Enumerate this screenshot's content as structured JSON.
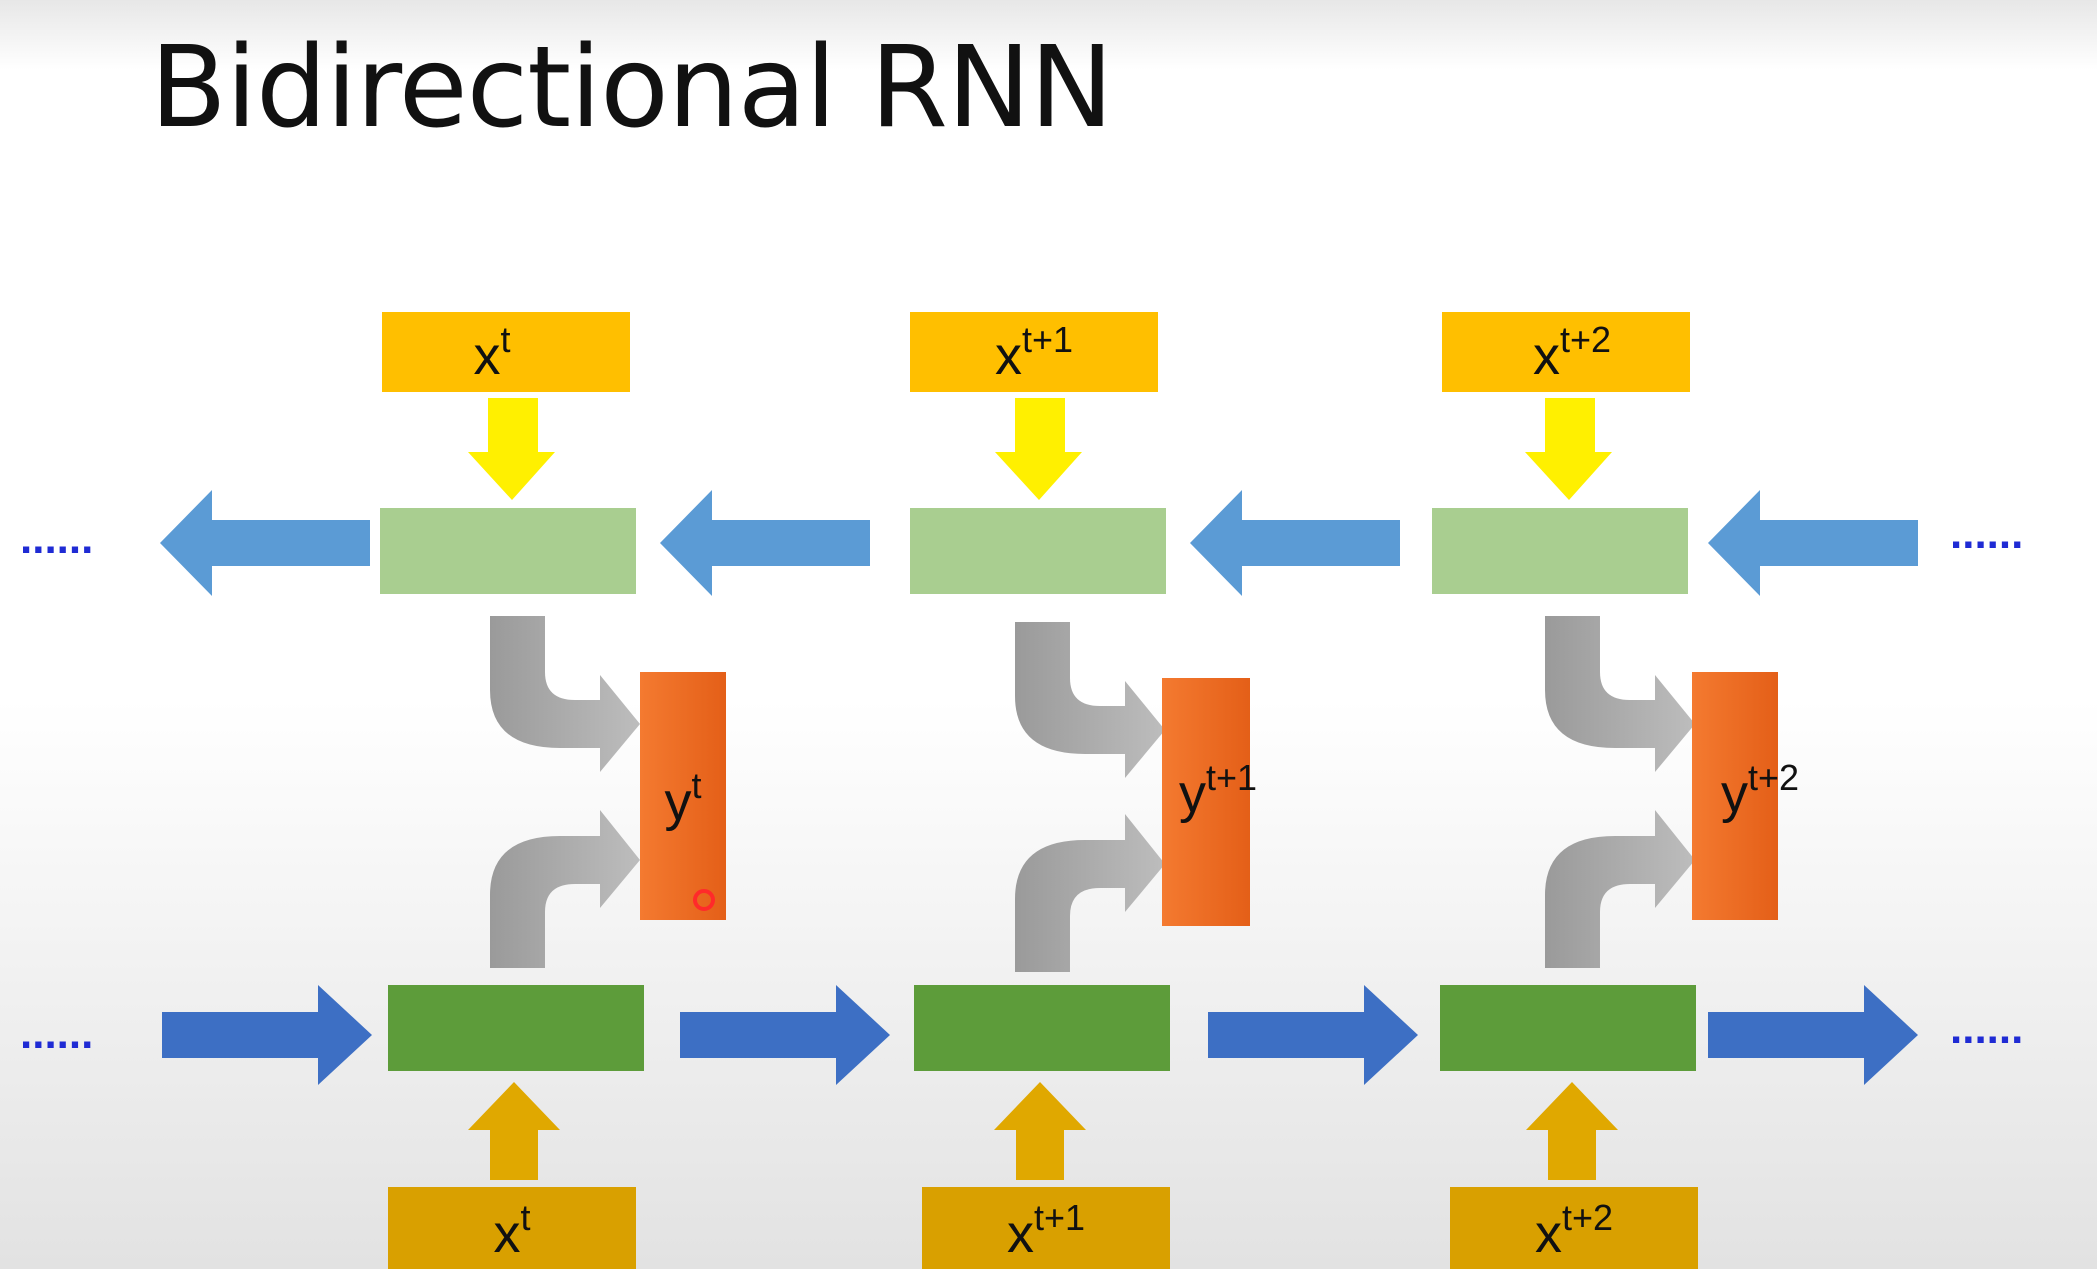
{
  "title": "Bidirectional RNN",
  "colors": {
    "input_top": "#FFBF00",
    "input_bottom": "#D9A000",
    "input_arrow_top": "#FFF000",
    "input_arrow_bottom": "#E0A800",
    "backward_cell": "#A9CE90",
    "forward_cell": "#5D9C3A",
    "backward_arrow": "#5B9BD5",
    "forward_arrow": "#3D6FC4",
    "merge_arrow": "#A8A8A8",
    "output": "#ED6A22",
    "ellipsis": "#1F2BD4"
  },
  "ellipsis": "......",
  "steps": [
    {
      "input_top": {
        "base": "x",
        "sup": "t"
      },
      "output": {
        "base": "y",
        "sup": "t"
      },
      "input_bottom": {
        "base": "x",
        "sup": "t"
      }
    },
    {
      "input_top": {
        "base": "x",
        "sup": "t+1"
      },
      "output": {
        "base": "y",
        "sup": "t+1"
      },
      "input_bottom": {
        "base": "x",
        "sup": "t+1"
      }
    },
    {
      "input_top": {
        "base": "x",
        "sup": "t+2"
      },
      "output": {
        "base": "y",
        "sup": "t+2"
      },
      "input_bottom": {
        "base": "x",
        "sup": "t+2"
      }
    }
  ]
}
